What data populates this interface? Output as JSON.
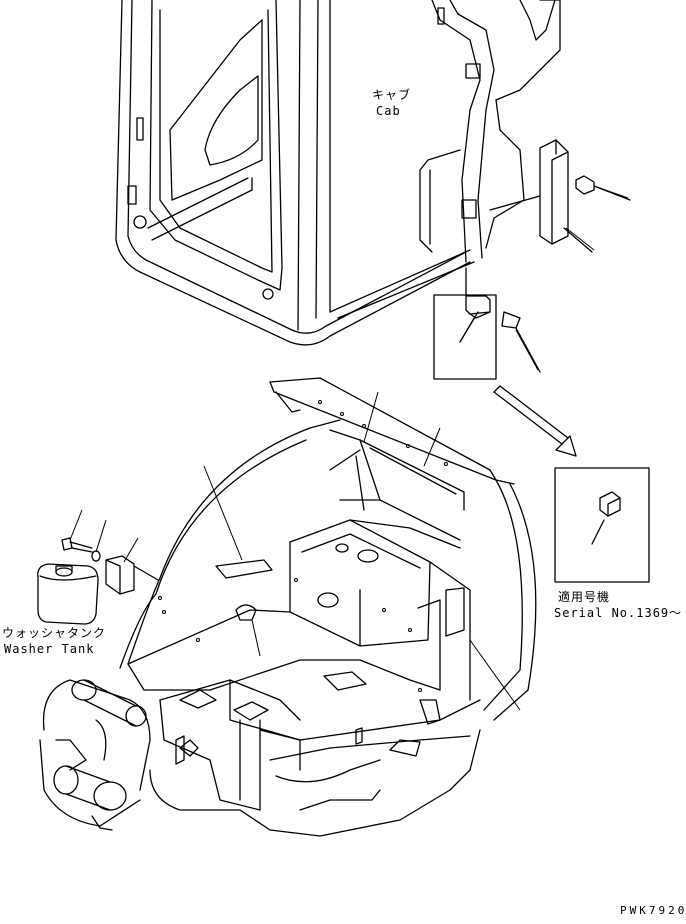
{
  "labels": {
    "cab_jp": "キャブ",
    "cab_en": "Cab",
    "serial_jp": "適用号機",
    "serial_en": "Serial No.1369〜",
    "washer_jp": "ウォッシャタンク",
    "washer_en": "Washer Tank",
    "drawing_code": "PWK7920"
  },
  "callout_count": 12
}
